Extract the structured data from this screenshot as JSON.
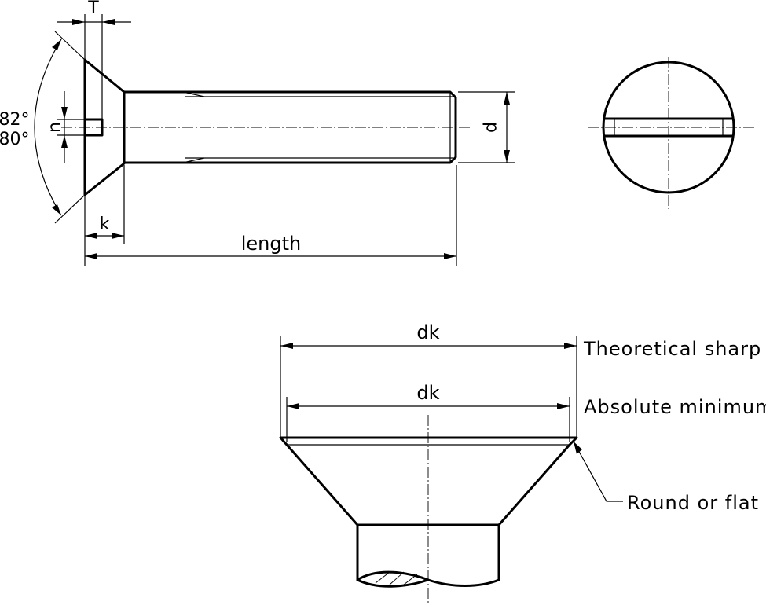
{
  "side_view": {
    "dim_T": "T",
    "dim_n": "n",
    "dim_d": "d",
    "dim_k": "k",
    "dim_length": "length",
    "angle_upper": "82°",
    "angle_lower": "80°"
  },
  "detail_view": {
    "dim_dk_top": "dk",
    "dim_dk_bottom": "dk",
    "note_theoretical": "Theoretical sharp",
    "note_absolute": "Absolute minimum",
    "note_edge": "Round or flat"
  }
}
